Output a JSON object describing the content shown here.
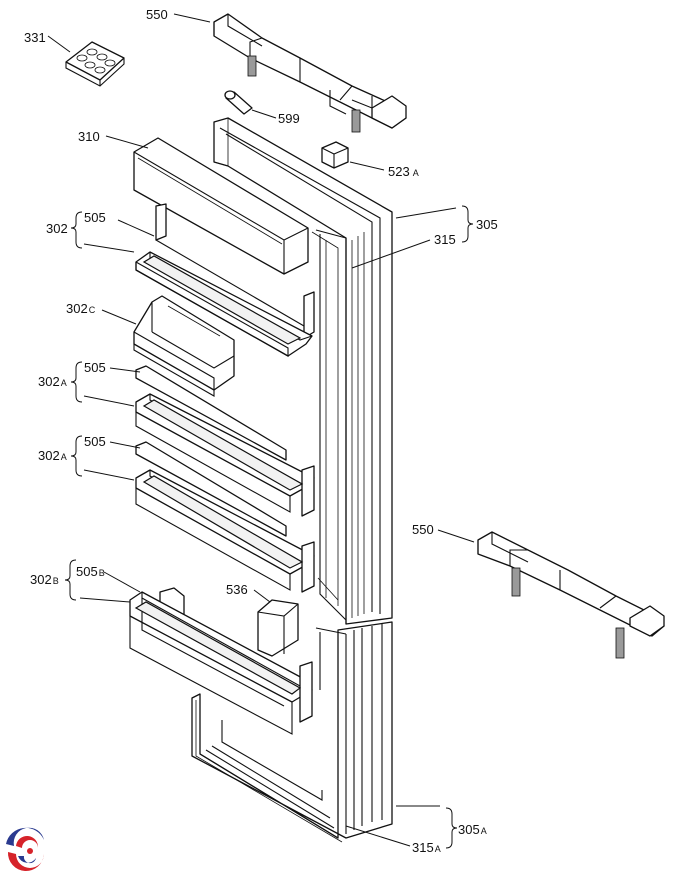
{
  "labels": {
    "p550_top": {
      "main": "550",
      "sub": ""
    },
    "p331": {
      "main": "331",
      "sub": ""
    },
    "p599": {
      "main": "599",
      "sub": ""
    },
    "p310": {
      "main": "310",
      "sub": ""
    },
    "p523a": {
      "main": "523",
      "sub": "A"
    },
    "p305": {
      "main": "305",
      "sub": ""
    },
    "p315": {
      "main": "315",
      "sub": ""
    },
    "p302": {
      "main": "302",
      "sub": ""
    },
    "p505_1": {
      "main": "505",
      "sub": ""
    },
    "p302c": {
      "main": "302",
      "sub": "C"
    },
    "p302a_1": {
      "main": "302",
      "sub": "A"
    },
    "p505_2": {
      "main": "505",
      "sub": ""
    },
    "p302a_2": {
      "main": "302",
      "sub": "A"
    },
    "p505_3": {
      "main": "505",
      "sub": ""
    },
    "p550_bottom": {
      "main": "550",
      "sub": ""
    },
    "p302b": {
      "main": "302",
      "sub": "B"
    },
    "p505b": {
      "main": "505",
      "sub": "B"
    },
    "p536": {
      "main": "536",
      "sub": ""
    },
    "p305a": {
      "main": "305",
      "sub": "A"
    },
    "p315a": {
      "main": "315",
      "sub": "A"
    }
  },
  "logo_icon": "brand-swirl-logo",
  "colors": {
    "logo_red": "#d6232a",
    "logo_blue": "#2a3a8f",
    "line": "#111111"
  }
}
